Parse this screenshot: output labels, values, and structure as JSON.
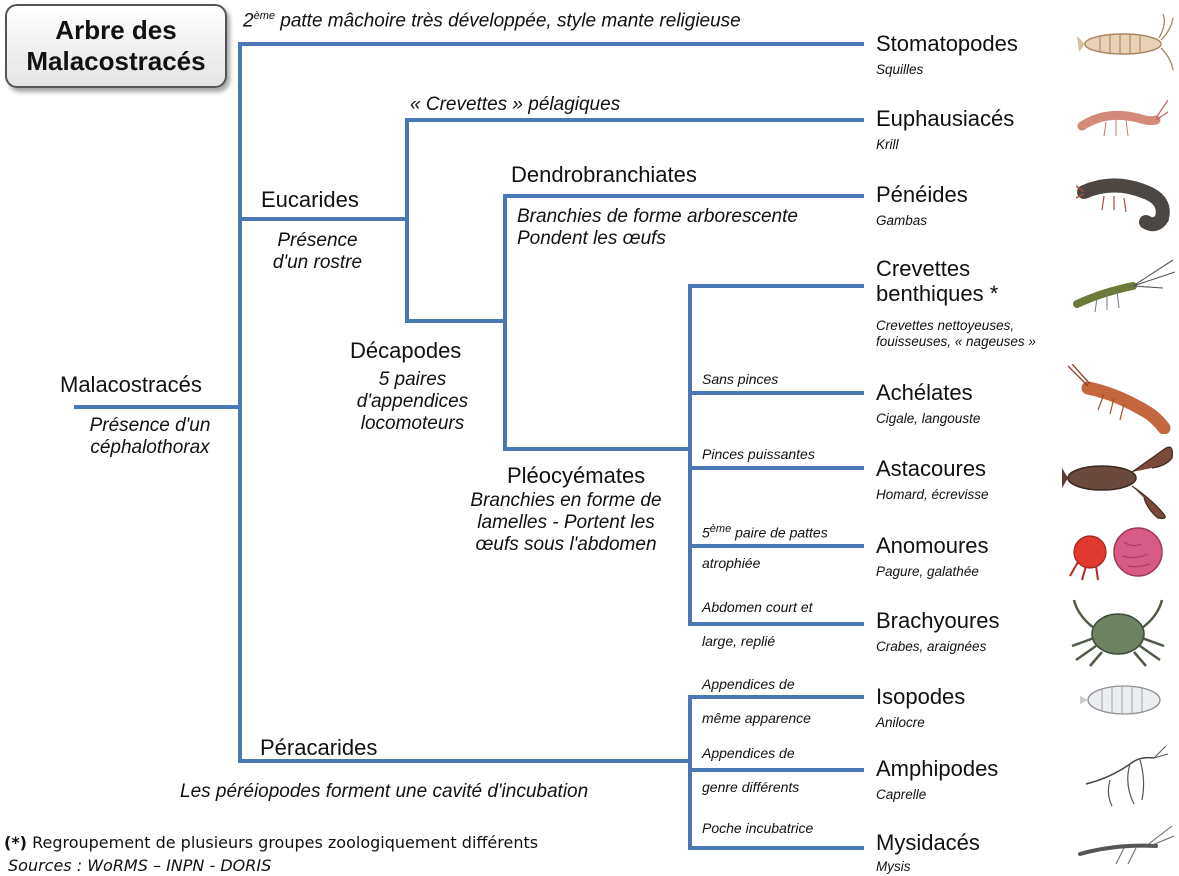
{
  "title": "Arbre des\nMalacostracés",
  "root": {
    "name": "Malacostracés",
    "desc1": "Présence d'un",
    "desc2": "céphalothorax"
  },
  "stomato_branch": {
    "prefix": "2",
    "sup": "ème",
    "rest": " patte mâchoire très développée, style mante religieuse"
  },
  "eucarides": {
    "name": "Eucarides",
    "desc1": "Présence",
    "desc2": "d'un rostre"
  },
  "pelagic_branch": "« Crevettes » pélagiques",
  "decapodes": {
    "name": "Décapodes",
    "desc1": "5 paires",
    "desc2": "d'appendices",
    "desc3": "locomoteurs"
  },
  "dendro": {
    "name": "Dendrobranchiates",
    "desc1": "Branchies de forme arborescente",
    "desc2": "Pondent les œufs"
  },
  "pleo": {
    "name": "Pléocyémates",
    "desc1": "Branchies en forme de",
    "desc2": "lamelles - Portent les",
    "desc3": "œufs sous l'abdomen"
  },
  "peracarides": {
    "name": "Péracarides",
    "desc": "Les péréiopodes forment une cavité d'incubation"
  },
  "branch_labels": {
    "sans_pinces": "Sans pinces",
    "pinces": "Pinces puissantes",
    "anom_prefix": "5",
    "anom_sup": "ème",
    "anom_rest": " paire de pattes",
    "anom2": "atrophiée",
    "brachy1": "Abdomen court et",
    "brachy2": "large, replié",
    "iso1": "Appendices de",
    "iso2": "même apparence",
    "amphi1": "Appendices de",
    "amphi2": "genre différents",
    "mysi": "Poche incubatrice"
  },
  "leaves": {
    "stomatopodes": {
      "name": "Stomatopodes",
      "example": "Squilles"
    },
    "euphausiaces": {
      "name": "Euphausiacés",
      "example": "Krill"
    },
    "peneides": {
      "name": "Pénéides",
      "example": "Gambas"
    },
    "crevettes": {
      "name1": "Crevettes",
      "name2": "benthiques *",
      "example1": "Crevettes nettoyeuses,",
      "example2": "fouisseuses, « nageuses »"
    },
    "achelates": {
      "name": "Achélates",
      "example": "Cigale, langouste"
    },
    "astacoures": {
      "name": "Astacoures",
      "example": "Homard, écrevisse"
    },
    "anomoures": {
      "name": "Anomoures",
      "example": "Pagure, galathée"
    },
    "brachyoures": {
      "name": "Brachyoures",
      "example": "Crabes, araignées"
    },
    "isopodes": {
      "name": "Isopodes",
      "example": "Anilocre"
    },
    "amphipodes": {
      "name": "Amphipodes",
      "example": "Caprelle"
    },
    "mysidaces": {
      "name": "Mysidacés",
      "example": "Mysis"
    }
  },
  "footnote": {
    "star": "(*)",
    "text": " Regroupement de plusieurs groupes zoologiquement différents",
    "sources": "Sources : WoRMS – INPN - DORIS"
  },
  "colors": {
    "line": "#4a78b5",
    "text": "#111111"
  }
}
